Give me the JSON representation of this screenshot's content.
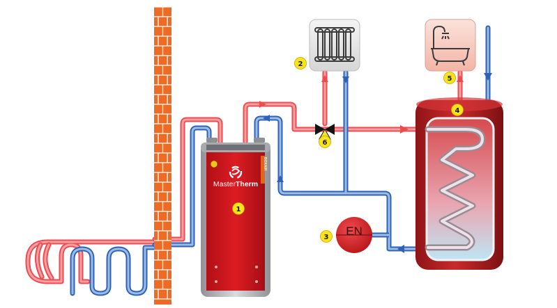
{
  "colors": {
    "hot": "#ee4b4f",
    "hot_light": "#f6a0a4",
    "cold": "#2e63b4",
    "cold_light": "#9dbbe6",
    "brick": "#ee6b25",
    "badge": "#f7e41a",
    "unit_red": "#d1161d",
    "tank": "#b51f22"
  },
  "heat_pump": {
    "brand_prefix": "Master",
    "brand_suffix": "Therm",
    "side_label": "BOXAIR",
    "badge": "1"
  },
  "radiator": {
    "badge": "2",
    "icon": "radiator-icon"
  },
  "expansion_vessel": {
    "label": "EN",
    "badge": "3"
  },
  "storage_tank": {
    "badge": "4"
  },
  "bathroom": {
    "badge": "5",
    "icon": "bathtub-shower-icon"
  },
  "three_way_valve": {
    "badge": "6"
  }
}
